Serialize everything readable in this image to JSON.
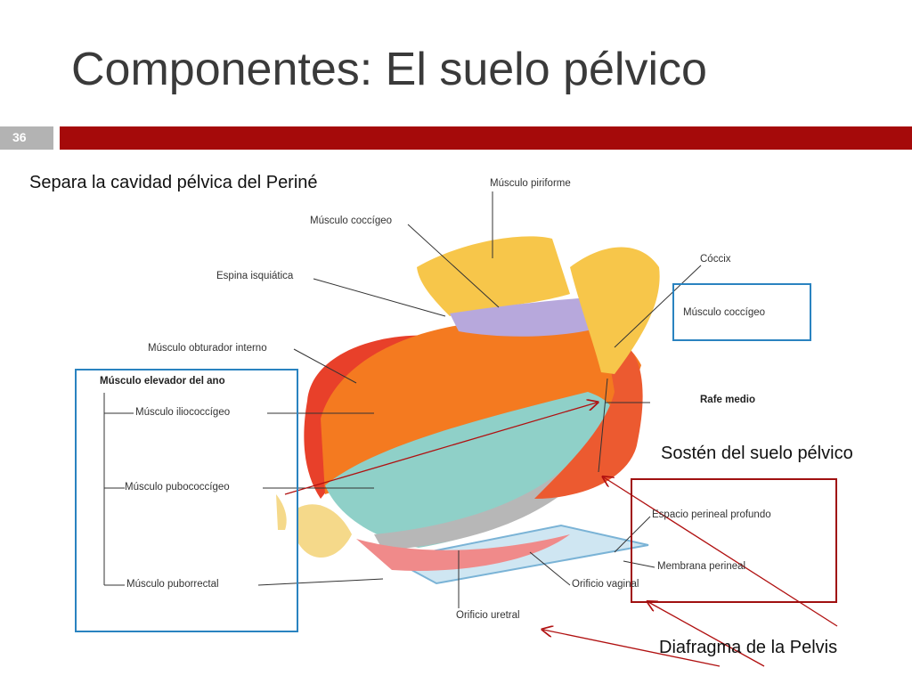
{
  "slide": {
    "title": "Componentes: El suelo pélvico",
    "number": "36",
    "bar_color": "#a50a0a"
  },
  "captions": {
    "separa": "Separa la cavidad pélvica del Periné",
    "soston": "Sostén del suelo pélvico",
    "diafragma": "Diafragma de la Pelvis"
  },
  "labels": {
    "piriforme": "Músculo piriforme",
    "coccigeo_top": "Músculo coccígeo",
    "espina": "Espina isquiática",
    "coccix": "Cóccix",
    "coccigeo_right": "Músculo coccígeo",
    "obturador": "Músculo obturador interno",
    "elevador": "Músculo elevador del ano",
    "iliococcigeo": "Músculo iliococcígeo",
    "rafe": "Rafe medio",
    "pubococcigeo": "Músculo pubococcígeo",
    "espacio": "Espacio perineal profundo",
    "membrana": "Membrana perineal",
    "puborrectal": "Músculo puborrectal",
    "vaginal": "Orificio vaginal",
    "uretral": "Orificio uretral"
  },
  "colors": {
    "box_blue": "#2a83c0",
    "box_red": "#a01010",
    "arrow_red": "#b01010",
    "muscle_orange": "#f47a20",
    "muscle_red": "#e8402a",
    "muscle_teal": "#8fd0c8",
    "muscle_yellow": "#f7c64a",
    "muscle_lavender": "#b7a8dc"
  }
}
